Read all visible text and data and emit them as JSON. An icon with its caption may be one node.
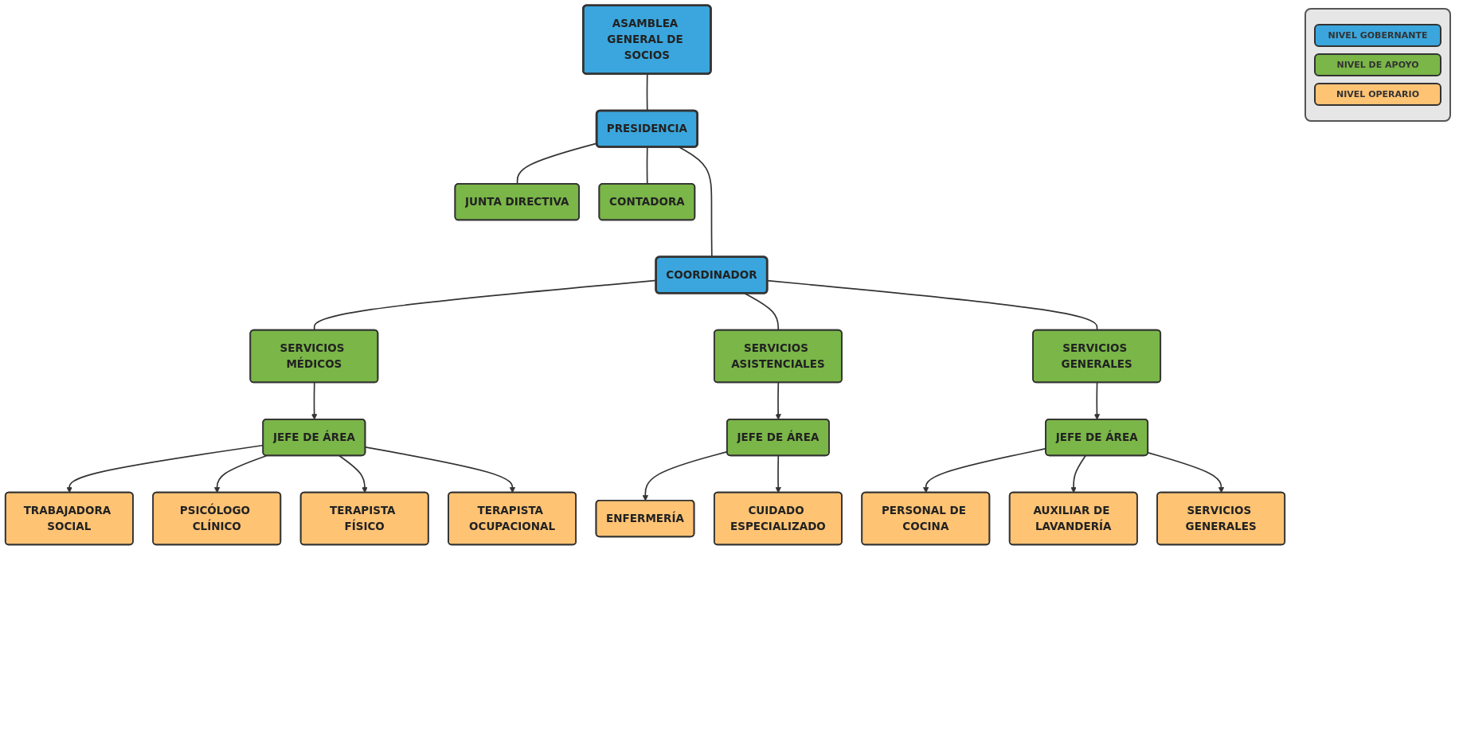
{
  "diagram": {
    "nodes": [
      {
        "text": [
          "ASAMBLEA GENERAL DE SOCIOS"
        ]
      },
      {
        "text": [
          "PRESIDENCIA"
        ]
      },
      {
        "text": [
          "JUNTA DIRECTIVA"
        ]
      },
      {
        "text": [
          "CONTADORA"
        ]
      },
      {
        "text": [
          "COORDINADOR"
        ]
      },
      {
        "text": [
          "SERVICIOS MÉDICOS"
        ]
      },
      {
        "text": [
          "SERVICIOS ASISTENCIALES"
        ]
      },
      {
        "text": [
          "SERVICIOS GENERALES"
        ]
      },
      {
        "text": [
          "JEFE DE ÁREA"
        ]
      },
      {
        "text": [
          "JEFE DE ÁREA"
        ]
      },
      {
        "text": [
          "JEFE DE ÁREA"
        ]
      },
      {
        "text": [
          "TRABAJADORA SOCIAL"
        ]
      },
      {
        "text": [
          "PSICÓLOGO CLÍNICO"
        ]
      },
      {
        "text": [
          "TERAPISTA FÍSICO"
        ]
      },
      {
        "text": [
          "TERAPISTA OCUPACIONAL"
        ]
      },
      {
        "text": [
          "ENFERMERÍA"
        ]
      },
      {
        "text": [
          "CUIDADO ESPECIALIZADO"
        ]
      },
      {
        "text": [
          "PERSONAL DE COCINA"
        ]
      },
      {
        "text": [
          "AUXILIAR DE LAVANDERÍA"
        ]
      },
      {
        "text": [
          "SERVICIOS GENERALES"
        ]
      }
    ],
    "edges": [
      {
        "from": 0,
        "to": 1,
        "arrow": "none"
      },
      {
        "from": 1,
        "to": 2,
        "arrow": "none"
      },
      {
        "from": 1,
        "to": 3,
        "arrow": "none"
      },
      {
        "from": 1,
        "to": 4,
        "arrow": "none"
      },
      {
        "from": 4,
        "to": 5,
        "arrow": "none"
      },
      {
        "from": 4,
        "to": 6,
        "arrow": "none"
      },
      {
        "from": 4,
        "to": 7,
        "arrow": "none"
      },
      {
        "from": 5,
        "to": 8,
        "arrow": "to"
      },
      {
        "from": 6,
        "to": 9,
        "arrow": "to"
      },
      {
        "from": 7,
        "to": 10,
        "arrow": "to"
      },
      {
        "from": 8,
        "to": 11,
        "arrow": "to"
      },
      {
        "from": 8,
        "to": 12,
        "arrow": "to"
      },
      {
        "from": 8,
        "to": 13,
        "arrow": "to"
      },
      {
        "from": 8,
        "to": 14,
        "arrow": "to"
      },
      {
        "from": 9,
        "to": 15,
        "arrow": "to"
      },
      {
        "from": 9,
        "to": 16,
        "arrow": "to"
      },
      {
        "from": 10,
        "to": 17,
        "arrow": "to"
      },
      {
        "from": 10,
        "to": 18,
        "arrow": "to"
      },
      {
        "from": 10,
        "to": 19,
        "arrow": "to"
      }
    ],
    "legend": [
      {
        "text": "NIVEL GOBERNANTE",
        "color": "#3aa6dd"
      },
      {
        "text": "NIVEL DE APOYO",
        "color": "#7ab648"
      },
      {
        "text": "NIVEL OPERARIO",
        "color": "#ffc374"
      }
    ]
  }
}
